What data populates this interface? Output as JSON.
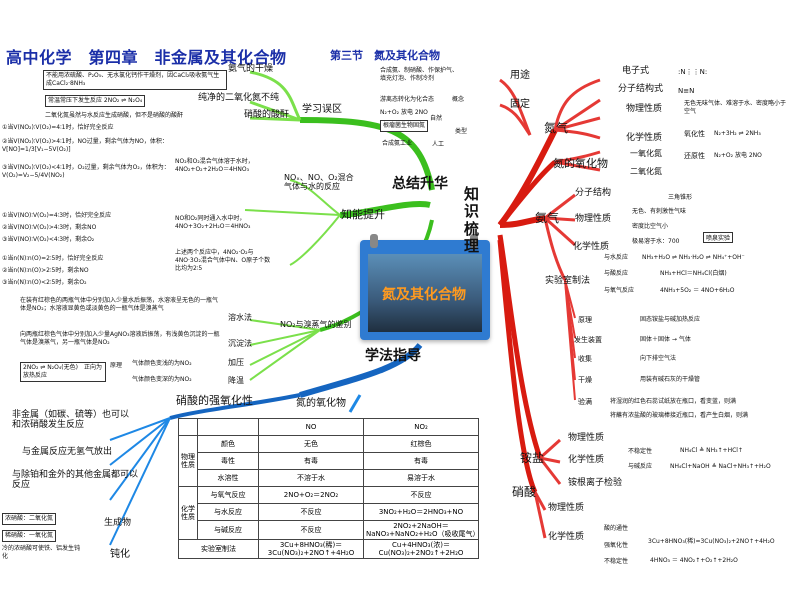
{
  "header": {
    "title": "高中化学　第四章　非金属及其化合物",
    "subtitle": "第三节　氮及其化合物"
  },
  "center": {
    "image_label": "氮及其化合物"
  },
  "hubs": {
    "summary": "总结升华",
    "knowledge": "知识梳理",
    "guide": "学法指导"
  },
  "left_top": {
    "mistake_zone": "学习误区",
    "drying": "氨气的干燥",
    "drying_note": "不能用浓硫酸、P₂O₅、无水氯化钙作干燥剂，因CaCl₂吸收氨气生成CaCl₂·8NH₃",
    "pure_no2": "纯净的二氧化氮不纯",
    "pure_no2_note": "常温常压下发生反应 2NO₂ ⇌ N₂O₄",
    "anhydride": "硝酸的酸酐",
    "anhydride_note": "二氧化氮虽然与水反应生成硝酸，但不是硝酸的酸酐"
  },
  "left_mid": {
    "improve": "知能提升",
    "gas_water": "NOₓ、NO、O₂混合气体与水的反应",
    "note1": "NO₂和O₂混合气体溶于水时，4NO₂+O₂+2H₂O＝4HNO₃",
    "note2": "NO和O₂同时通入水中时，4NO+3O₂+2H₂O＝4HNO₃",
    "note3": "上述两个反应中，4NO₂·O₂与4NO·3O₂混合气体中N、O原子个数比均为2∶5",
    "cases1": [
      "①当V(NO₂)∶V(O₂)=4∶1时，恰好完全反应",
      "②当V(NO₂)∶V(O₂)>4∶1时，NO过量，剩余气体为NO，体积：",
      "V[NO]=1/3[V₁−5V(O₂)]",
      "③当V(NO₂)∶V(O₂)<4∶1时，O₂过量，剩余气体为O₂，体积为：",
      "V(O₂)=V₂−5/4V(NO₂)"
    ],
    "cases2": [
      "①当V(NO)∶V(O₂)=4∶3时，恰好完全反应",
      "②当V(NO)∶V(O₂)>4∶3时，剩余NO",
      "③当V(NO)∶V(O₂)<4∶3时，剩余O₂"
    ],
    "cases3": [
      "①当n(N)∶n(O)=2∶5时，恰好完全反应",
      "②当n(N)∶n(O)>2∶5时，剩余NO",
      "③当n(N)∶n(O)<2∶5时，剩余O₂"
    ]
  },
  "left_low": {
    "no2_vapor": "NO₂与溴蒸气的鉴别",
    "water": "溶水法",
    "water_note": "在装有红棕色的两瓶气体中分别加入少量水后振荡，水溶液呈无色的一瓶气体是NO₂；水溶液显黄色或淡黄色的一瓶气体是溴蒸气",
    "precip": "沉淀法",
    "precip_note": "向两瓶红棕色气体中分别加入少量AgNO₃溶液后振荡，有浅黄色沉淀的一瓶气体是溴蒸气，另一瓶气体是NO₂",
    "pressure": "加压",
    "pressure_note": "气体颜色变浅的为NO₂",
    "cool": "降温",
    "cool_note": "气体颜色变深的为NO₂",
    "principle": "原理",
    "principle_eq": "2NO₂ ⇌ N₂O₄(无色)　正向为放热反应"
  },
  "oxidizing": {
    "title": "硝酸的强氧化性",
    "nonmetal": "非金属（如碳、硫等）也可以和浓硝酸发生反应",
    "metal_no_h2": "与金属反应无氢气放出",
    "metal_except": "与除铂和金外的其他金属都可以反应",
    "product": "生成物",
    "conc": "浓硝酸：二氧化氮",
    "dilute": "稀硝酸：一氧化氮",
    "passiv": "钝化",
    "passiv_note": "冷的浓硝酸可使铁、铝发生钝化"
  },
  "oxide_table": {
    "title": "氮的氧化物",
    "header": [
      "",
      "",
      "NO",
      "NO₂"
    ],
    "group1": "物理性质",
    "group2": "化学性质",
    "rows": [
      [
        "颜色",
        "无色",
        "红棕色"
      ],
      [
        "毒性",
        "有毒",
        "有毒"
      ],
      [
        "水溶性",
        "不溶于水",
        "易溶于水"
      ],
      [
        "与氧气反应",
        "2NO+O₂＝2NO₂",
        "不反应"
      ],
      [
        "与水反应",
        "不反应",
        "3NO₂+H₂O＝2HNO₃+NO"
      ],
      [
        "与碱反应",
        "不反应",
        "2NO₂+2NaOH＝NaNO₃+NaNO₂+H₂O（吸收尾气）"
      ],
      [
        "实验室制法",
        "3Cu+8HNO₃(稀)＝3Cu(NO₃)₂+2NO↑+4H₂O",
        "Cu+4HNO₃(浓)＝Cu(NO₃)₂+2NO₂↑+2H₂O"
      ]
    ]
  },
  "right": {
    "n2": "氮气",
    "n2_use": "用途",
    "n2_use_note": "合成氨、制硝酸、作保护气、填充灯泡、作制冷剂",
    "fix": "固定",
    "fix_note": "游离态转化为化合态",
    "concept": "概念",
    "type": "类型",
    "natural": "自然",
    "artificial": "人工",
    "natural_eq": "N₂+O₂ 放电 2NO",
    "root": "根瘤菌生物固氮",
    "industry": "合成氨工业",
    "e_formula": "电子式",
    "e_formula_v": ":N⋮⋮N:",
    "structure": "分子结构式",
    "structure_v": "N≡N",
    "phys": "物理性质",
    "phys_v": "无色无味气体、难溶于水、密度略小于空气",
    "chem": "化学性质",
    "ox": "氧化性",
    "ox_v": "N₂+3H₂ ⇌ 2NH₃",
    "red": "还原性",
    "red_v": "N₂+O₂ 放电 2NO",
    "n_oxides": "氮的氧化物",
    "no": "一氧化氮",
    "no2": "二氧化氮",
    "nh3": "氨气",
    "nh3_struct": "分子结构",
    "nh3_struct_v": "三角锥形",
    "nh3_phys": "物理性质",
    "nh3_phys_1": "无色、有刺激性气味",
    "nh3_phys_2": "密度比空气小",
    "nh3_phys_3": "极易溶于水：700",
    "fountain": "喷泉实验",
    "nh3_chem": "化学性质",
    "with_water": "与水反应",
    "with_water_v": "NH₃+H₂O ⇌ NH₃·H₂O ⇌ NH₄⁺+OH⁻",
    "with_acid": "与酸反应",
    "with_acid_v": "NH₃+HCl＝NH₄Cl(白烟)",
    "with_o2": "与氧气反应",
    "with_o2_v": "4NH₃+5O₂ ＝ 4NO+6H₂O",
    "lab": "实验室制法",
    "lab_items": [
      [
        "原理",
        "固态铵盐与碱加热反应"
      ],
      [
        "发生装置",
        "固体＋固体 → 气体"
      ],
      [
        "收集",
        "向下排空气法"
      ],
      [
        "干燥",
        "用装有碱石灰的干燥管"
      ],
      [
        "验满",
        "将湿润的红色石蕊试纸放在瓶口，看变蓝，则满"
      ]
    ],
    "lab_last": "将蘸有浓盐酸的玻璃棒接近瓶口，看产生白烟，则满",
    "salt": "铵盐",
    "salt_phys": "物理性质",
    "salt_chem": "化学性质",
    "unstable": "不稳定性",
    "unstable_v": "NH₄Cl ≜ NH₃↑+HCl↑",
    "with_base": "与碱反应",
    "with_base_v": "NH₄Cl+NaOH ≜ NaCl+NH₃↑+H₂O",
    "ammonium_test": "铵根离子检验",
    "hno3": "硝酸",
    "hno3_phys": "物理性质",
    "hno3_chem": "化学性质",
    "acidity": "酸的通性",
    "strong_ox": "强氧化性",
    "hno3_unstable": "不稳定性",
    "acid_v": "3Cu+8HNO₃(稀)=3Cu(NO₃)₂+2NO↑+4H₂O",
    "decomp_v": "4HNO₃ ＝ 4NO₂↑+O₂↑+2H₂O"
  }
}
